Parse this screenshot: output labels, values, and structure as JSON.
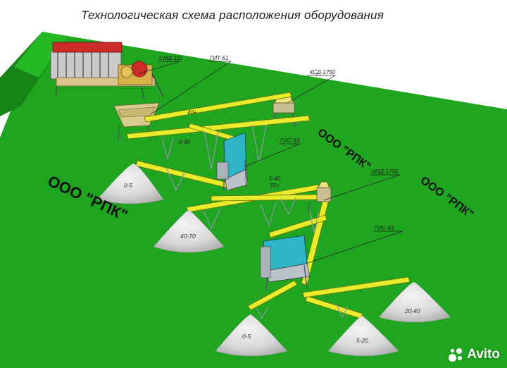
{
  "title": "Технологическая схема расположения оборудования",
  "equipment_labels": {
    "feeder": "СМД-111",
    "grizzly": "ГИТ-51",
    "cone_crusher_1": "КСД-1750",
    "screen_1": "ГИС-63",
    "cone_crusher_2": "КМД-1750",
    "screen_2": "ГИС-63"
  },
  "conveyor_labels": {
    "plus40": "40+",
    "c0_40": "0-40",
    "c5_40": "5-40",
    "plus70": "70+"
  },
  "piles": {
    "p0_5_left": "0-5",
    "p40_70": "40-70",
    "p0_5_bottom": "0-5",
    "p5_20": "5-20",
    "p20_40": "20-40"
  },
  "watermarks": [
    "ООО \"РПК\"",
    "ООО \"РПК\"",
    "ООО \"РПК\""
  ],
  "brand": "Avito",
  "colors": {
    "ground": "#1fa51f",
    "ground_edge": "#178417",
    "conveyor": "#e8ec2a",
    "steel": "#8a9aa6",
    "screen": "#2fb6c6",
    "pile": "#dcdcdc"
  }
}
